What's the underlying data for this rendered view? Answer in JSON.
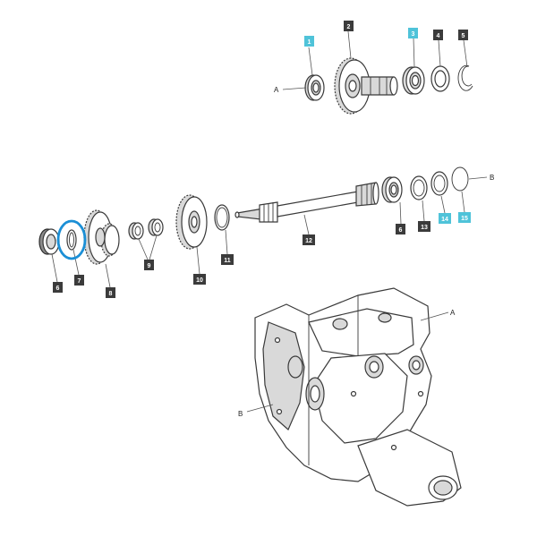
{
  "callouts": [
    {
      "id": "c1",
      "label": "1",
      "highlighted": true
    },
    {
      "id": "c2",
      "label": "2",
      "highlighted": false
    },
    {
      "id": "c3",
      "label": "3",
      "highlighted": true
    },
    {
      "id": "c4",
      "label": "4",
      "highlighted": false
    },
    {
      "id": "c5",
      "label": "5",
      "highlighted": false
    },
    {
      "id": "c6a",
      "label": "6",
      "highlighted": false
    },
    {
      "id": "c13",
      "label": "13",
      "highlighted": false
    },
    {
      "id": "c14",
      "label": "14",
      "highlighted": true
    },
    {
      "id": "c15",
      "label": "15",
      "highlighted": true
    },
    {
      "id": "c12",
      "label": "12",
      "highlighted": false
    },
    {
      "id": "c11",
      "label": "11",
      "highlighted": false
    },
    {
      "id": "c10",
      "label": "10",
      "highlighted": false
    },
    {
      "id": "c9",
      "label": "9",
      "highlighted": false
    },
    {
      "id": "c8",
      "label": "8",
      "highlighted": false
    },
    {
      "id": "c7",
      "label": "7",
      "highlighted": false
    },
    {
      "id": "c6b",
      "label": "6",
      "highlighted": false
    }
  ],
  "letters": {
    "a_top": "A",
    "b_right": "B",
    "a_housing": "A",
    "b_housing": "B"
  },
  "colors": {
    "callout_default": "#3b3b3b",
    "callout_highlight": "#4fc3d9",
    "selection_ring": "#1b8fd6"
  }
}
